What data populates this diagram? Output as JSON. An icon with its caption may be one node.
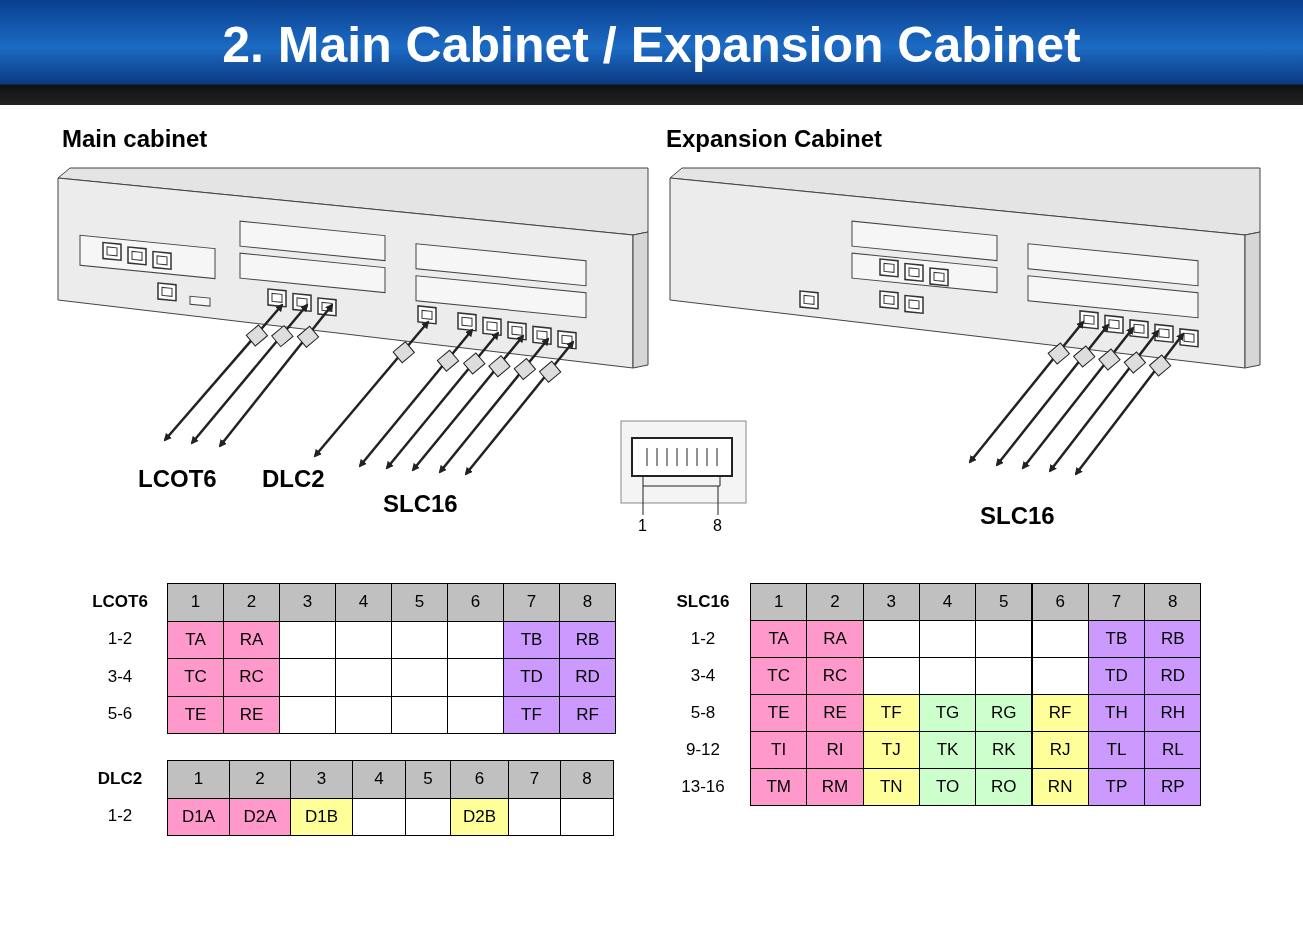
{
  "diagram": {
    "title": "2. Main Cabinet / Expansion Cabinet",
    "labels": [
      "Main cabinet",
      "Expansion Cabinet",
      "LCOT6",
      "DLC2",
      "SLC16",
      "1",
      "8",
      "SLC16",
      "LCOT6",
      "1",
      "2",
      "3",
      "4",
      "5",
      "6",
      "7",
      "8",
      "1-2",
      "TA",
      "RA",
      "TB",
      "RB",
      "3-4",
      "TC",
      "RC",
      "TD",
      "RD",
      "5-6",
      "TE",
      "RE",
      "TF",
      "RF",
      "DLC2",
      "1",
      "2",
      "3",
      "4",
      "5",
      "6",
      "7",
      "8",
      "1-2",
      "D1A",
      "D2A",
      "D1B",
      "D2B",
      "SLC16",
      "1",
      "2",
      "3",
      "4",
      "5",
      "6",
      "7",
      "8",
      "1-2",
      "TA",
      "RA",
      "TB",
      "RB",
      "3-4",
      "TC",
      "RC",
      "TD",
      "RD",
      "5-8",
      "TE",
      "RE",
      "TF",
      "TG",
      "RG",
      "RF",
      "TH",
      "RH",
      "9-12",
      "TI",
      "RI",
      "TJ",
      "TK",
      "RK",
      "RJ",
      "TL",
      "RL",
      "13-16",
      "TM",
      "RM",
      "TN",
      "TO",
      "RO",
      "RN",
      "TP",
      "RP"
    ]
  }
}
